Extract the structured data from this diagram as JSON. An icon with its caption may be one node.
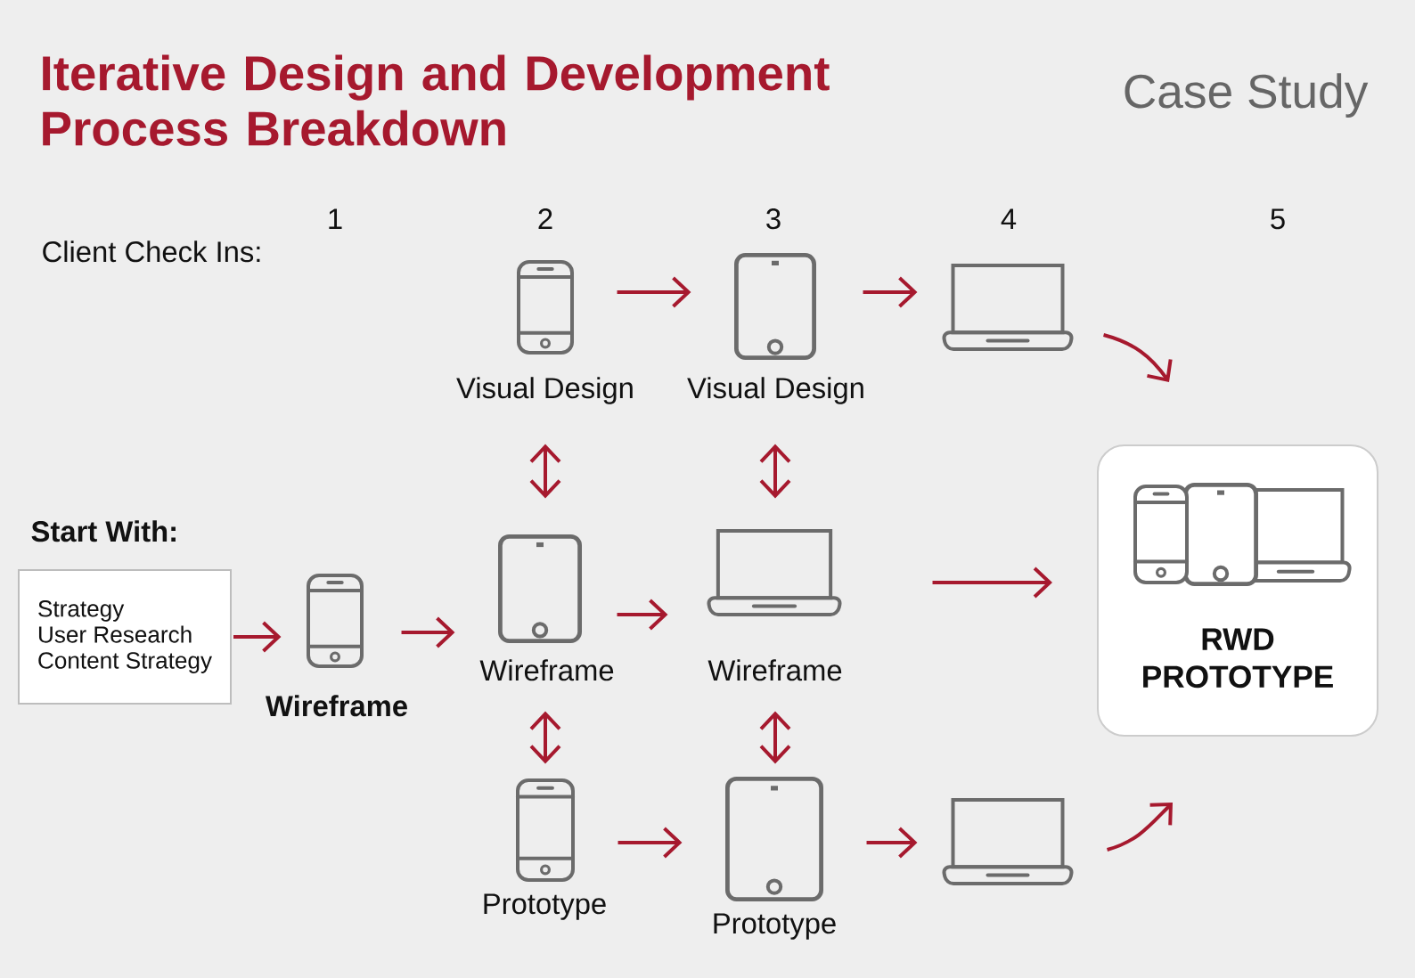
{
  "diagram": {
    "title": "Iterative Design and Development Process Breakdown",
    "nodes": [
      {
        "text": [
          "Strategy",
          "User Research",
          "Content Strategy"
        ]
      },
      {
        "text": [],
        "shape": "phone",
        "beside": [
          "Wireframe"
        ]
      },
      {
        "text": [],
        "shape": "phone",
        "beside": [
          "Visual Design"
        ]
      },
      {
        "text": [],
        "shape": "tablet",
        "beside": [
          "Wireframe"
        ]
      },
      {
        "text": [],
        "shape": "phone",
        "beside": [
          "Prototype"
        ]
      },
      {
        "text": [],
        "shape": "tablet",
        "beside": [
          "Visual Design"
        ]
      },
      {
        "text": [],
        "shape": "laptop",
        "beside": [
          "Wireframe"
        ]
      },
      {
        "text": [],
        "shape": "tablet",
        "beside": [
          "Prototype"
        ]
      },
      {
        "text": [],
        "shape": "laptop"
      },
      {
        "text": [],
        "shape": "laptop"
      },
      {
        "text": [
          "RWD PROTOTYPE"
        ]
      }
    ],
    "edges": [
      {
        "from": 0,
        "to": 1,
        "arrow": "to"
      },
      {
        "from": 1,
        "to": 3,
        "arrow": "to"
      },
      {
        "from": 2,
        "to": 5,
        "arrow": "to"
      },
      {
        "from": 3,
        "to": 6,
        "arrow": "to"
      },
      {
        "from": 4,
        "to": 7,
        "arrow": "to"
      },
      {
        "from": 5,
        "to": 8,
        "arrow": "to"
      },
      {
        "from": 7,
        "to": 9,
        "arrow": "to"
      },
      {
        "from": 6,
        "to": 10,
        "arrow": "to"
      },
      {
        "from": 8,
        "to": 10,
        "arrow": "to"
      },
      {
        "from": 9,
        "to": 10,
        "arrow": "to"
      },
      {
        "from": 2,
        "to": 3,
        "arrow": "both"
      },
      {
        "from": 3,
        "to": 4,
        "arrow": "both"
      },
      {
        "from": 5,
        "to": 6,
        "arrow": "both"
      },
      {
        "from": 6,
        "to": 7,
        "arrow": "both"
      }
    ],
    "labels": [
      "Case Study",
      "1",
      "2",
      "3",
      "4",
      "5",
      "Client Check Ins:",
      "Start With:"
    ]
  }
}
